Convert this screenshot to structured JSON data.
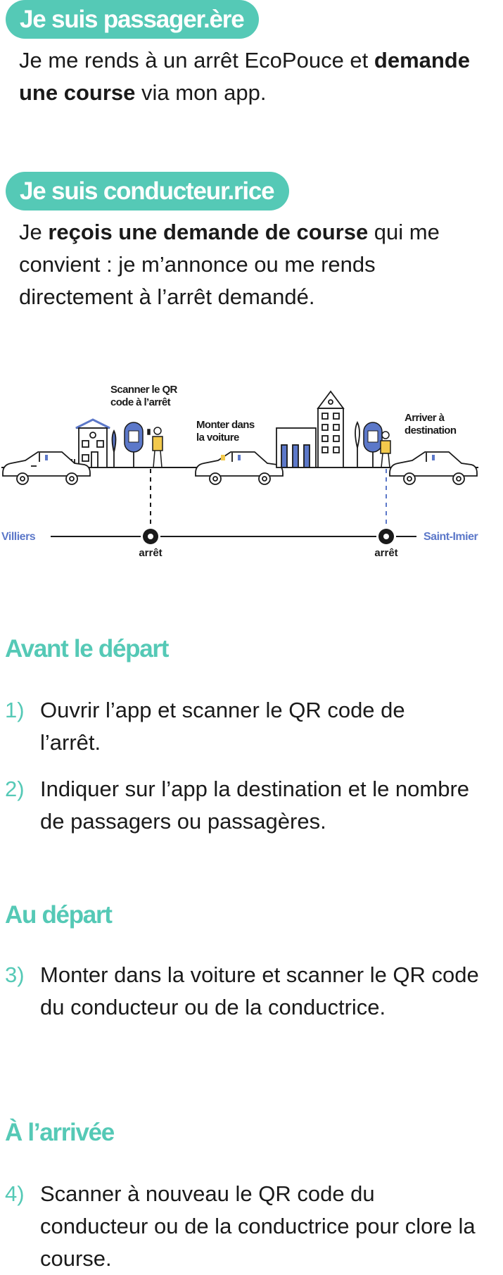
{
  "passenger": {
    "badge": "Je suis passager.ère",
    "text_before": "Je me rends à un arrêt EcoPouce et ",
    "text_bold": "demande une course",
    "text_after": " via mon app."
  },
  "driver": {
    "badge": "Je suis conducteur.rice",
    "text_before": "Je ",
    "text_bold": "reçois une demande de course",
    "text_after": " qui me convient : je m’annonce ou me rends directement à l’arrêt demandé."
  },
  "illustration": {
    "label_scan_line1": "Scanner le QR",
    "label_scan_line2": "code à l’arrêt",
    "label_board_line1": "Monter dans",
    "label_board_line2": "la voiture",
    "label_arrive_line1": "Arriver à",
    "label_arrive_line2": "destination",
    "origin": "Villiers",
    "destination": "Saint-Imier",
    "stop_label_1": "arrêt",
    "stop_label_2": "arrêt",
    "colors": {
      "teal": "#55c9b6",
      "blue": "#5c78c9",
      "yellow": "#f2c94c",
      "line": "#1a1a1a"
    }
  },
  "sections": [
    {
      "title": "Avant le départ",
      "steps": [
        {
          "num": "1)",
          "text": "Ouvrir l’app et scanner le QR code de l’arrêt."
        },
        {
          "num": "2)",
          "text": "Indiquer sur l’app la destination et le nombre de passagers ou passagères."
        }
      ]
    },
    {
      "title": "Au départ",
      "steps": [
        {
          "num": "3)",
          "text": "Monter dans la voiture et scanner le QR code du conducteur ou de la conductrice."
        }
      ]
    },
    {
      "title": "À l’arrivée",
      "steps": [
        {
          "num": "4)",
          "text": "Scanner à nouveau le QR code du conducteur ou de la conductrice pour clore la course."
        }
      ]
    }
  ]
}
